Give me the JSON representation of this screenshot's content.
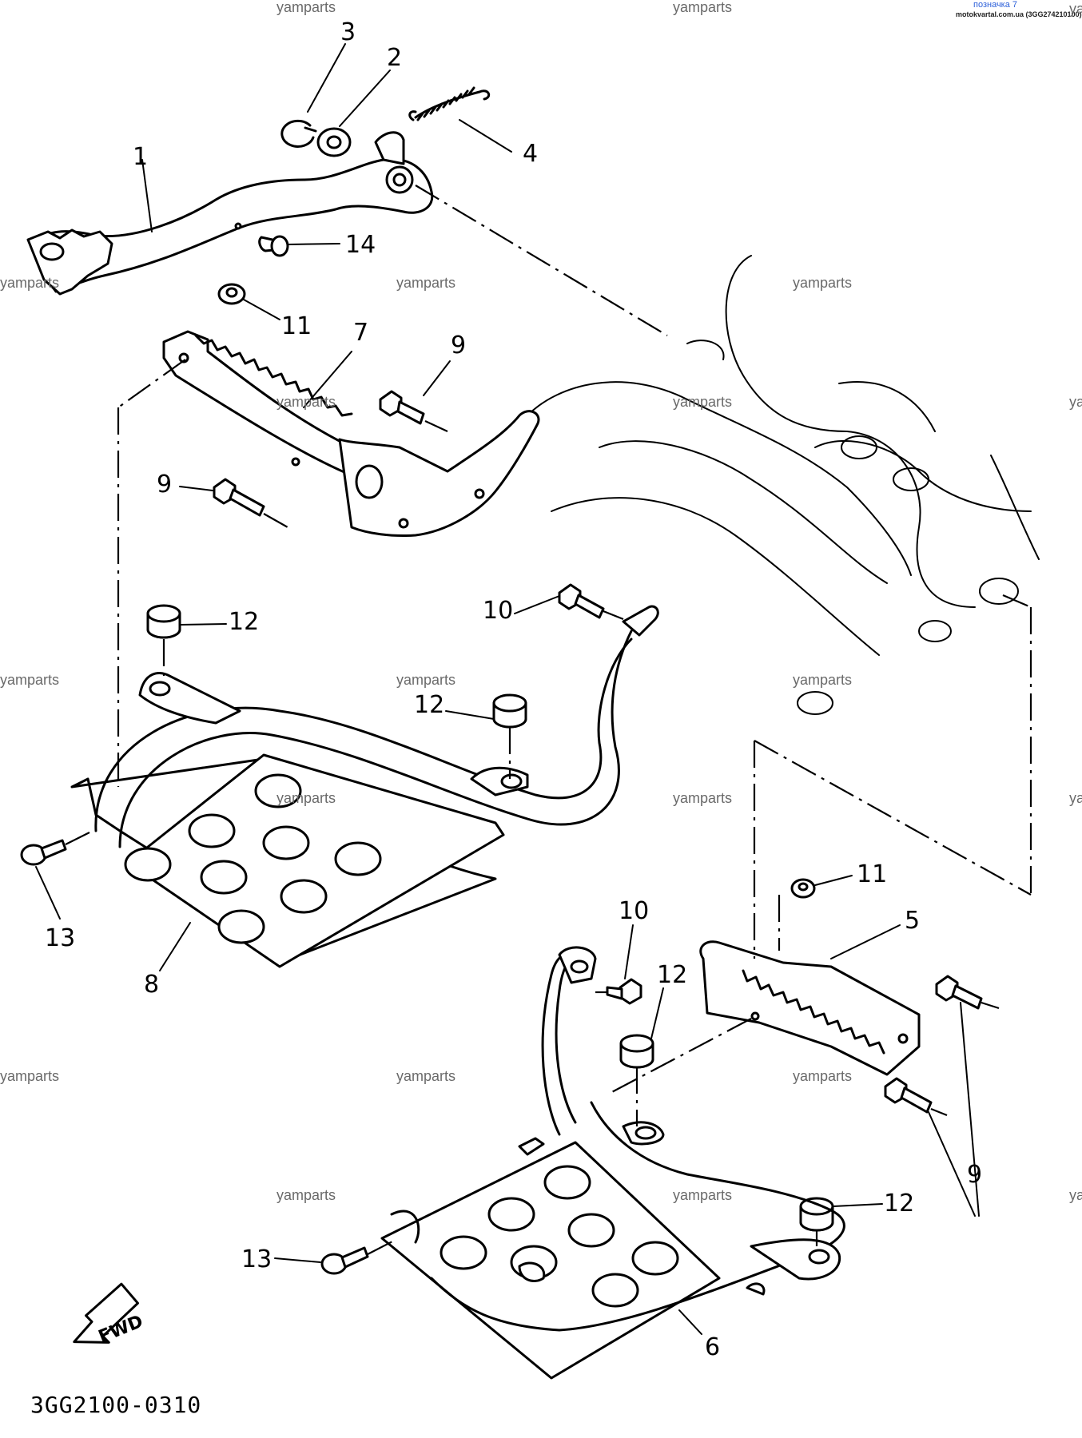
{
  "header": {
    "link_text": "позначка 7",
    "source_text": "motokvartal.com.ua (3GG274210100)"
  },
  "watermarks": {
    "text": "yamparts",
    "text_partial": "ya"
  },
  "callouts": {
    "c1": "1",
    "c2": "2",
    "c3": "3",
    "c4": "4",
    "c5": "5",
    "c6": "6",
    "c7": "7",
    "c8": "8",
    "c9a": "9",
    "c9b": "9",
    "c9c": "9",
    "c10a": "10",
    "c10b": "10",
    "c11a": "11",
    "c11b": "11",
    "c12a": "12",
    "c12b": "12",
    "c12c": "12",
    "c12d": "12",
    "c13a": "13",
    "c13b": "13",
    "c14": "14"
  },
  "fwd_arrow": {
    "label": "FWD"
  },
  "footer": {
    "diagram_code": "3GG2100-0310"
  }
}
